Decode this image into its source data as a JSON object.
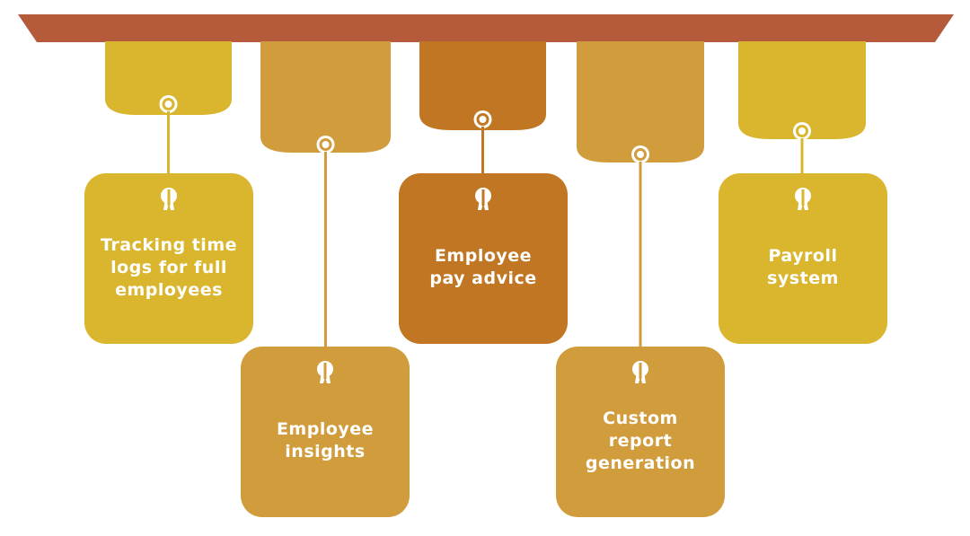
{
  "colors": {
    "bar": "#b55b3c",
    "yellow": "#d9b62e",
    "tan": "#d19c3c",
    "orange": "#c07622",
    "white": "#ffffff"
  },
  "items": [
    {
      "label": "Tracking time logs for full employees",
      "lines": [
        "Tracking time",
        "logs for full",
        "employees"
      ],
      "color": "yellow"
    },
    {
      "label": "Employee insights",
      "lines": [
        "Employee",
        "insights"
      ],
      "color": "tan"
    },
    {
      "label": "Employee pay advice",
      "lines": [
        "Employee",
        "pay advice"
      ],
      "color": "orange"
    },
    {
      "label": "Custom report generation",
      "lines": [
        "Custom",
        "report",
        "generation"
      ],
      "color": "tan"
    },
    {
      "label": "Payroll system",
      "lines": [
        "Payroll",
        "system"
      ],
      "color": "yellow"
    }
  ]
}
